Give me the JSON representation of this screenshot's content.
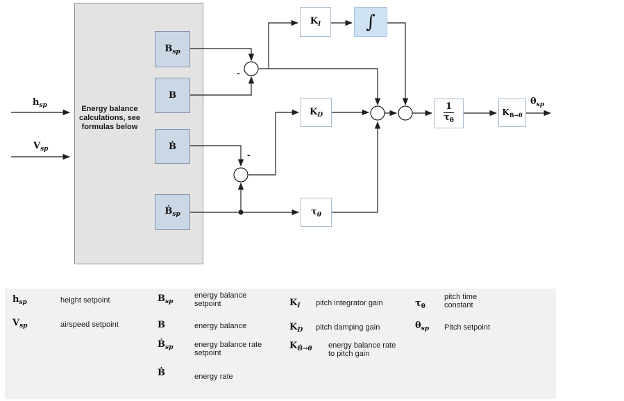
{
  "diagram": {
    "inputs": {
      "h": {
        "base": "h",
        "sub": "sp"
      },
      "v": {
        "base": "V",
        "sub": "sp"
      }
    },
    "gray_box": {
      "line1": "Energy balance",
      "line2": "calculations, see",
      "line3": "formulas below"
    },
    "symbols": {
      "bsp": {
        "base": "B",
        "sub": "sp"
      },
      "b": {
        "base": "B",
        "sub": ""
      },
      "bdot": {
        "base": "Ḃ",
        "sub": ""
      },
      "bdotsp": {
        "base": "Ḃ",
        "sub": "sp"
      }
    },
    "blocks": {
      "ki": {
        "base": "K",
        "sub": "I"
      },
      "integrator": {
        "glyph": "∫"
      },
      "kd": {
        "base": "K",
        "sub": "D"
      },
      "tau": {
        "base": "τ",
        "sub": "θ"
      },
      "inv_tau": {
        "num": "1",
        "den_base": "τ",
        "den_sub": "θ"
      },
      "kbtheta": {
        "base": "K",
        "sub": "Ḃ→θ"
      }
    },
    "output": {
      "base": "θ",
      "sub": "sp"
    },
    "minus": "-"
  },
  "legend": {
    "entries": [
      {
        "sym": {
          "base": "h",
          "sub": "sp"
        },
        "desc": [
          "height setpoint"
        ]
      },
      {
        "sym": {
          "base": "V",
          "sub": "sp"
        },
        "desc": [
          "airspeed setpoint"
        ]
      },
      {
        "sym": {
          "base": "B",
          "sub": "sp"
        },
        "desc": [
          "energy balance",
          "setpoint"
        ]
      },
      {
        "sym": {
          "base": "B",
          "sub": ""
        },
        "desc": [
          "energy balance"
        ]
      },
      {
        "sym": {
          "base": "Ḃ",
          "sub": "sp"
        },
        "desc": [
          "energy balance rate",
          "setpoint"
        ]
      },
      {
        "sym": {
          "base": "Ḃ",
          "sub": ""
        },
        "desc": [
          "energy rate"
        ]
      },
      {
        "sym": {
          "base": "K",
          "sub": "I"
        },
        "desc": [
          "pitch integrator gain"
        ]
      },
      {
        "sym": {
          "base": "K",
          "sub": "D"
        },
        "desc": [
          "pitch damping gain"
        ]
      },
      {
        "sym": {
          "base": "K",
          "sub": "Ḃ→θ"
        },
        "desc": [
          "energy balance rate",
          "to pitch gain"
        ]
      },
      {
        "sym": {
          "base": "τ",
          "sub": "θ"
        },
        "desc": [
          "pitch time",
          "constant"
        ]
      },
      {
        "sym": {
          "base": "θ",
          "sub": "sp"
        },
        "desc": [
          "Pitch setpoint"
        ]
      }
    ]
  },
  "colors": {
    "blue_block_fill": "#ccd7e6",
    "blue_block_border": "#8292ab",
    "integrator_fill": "#cfe2f5",
    "process_block_border": "#a9bccf",
    "gray_box_fill": "#e3e3e3",
    "legend_bg": "#f1f1f1",
    "line": "#1f1f1f"
  }
}
